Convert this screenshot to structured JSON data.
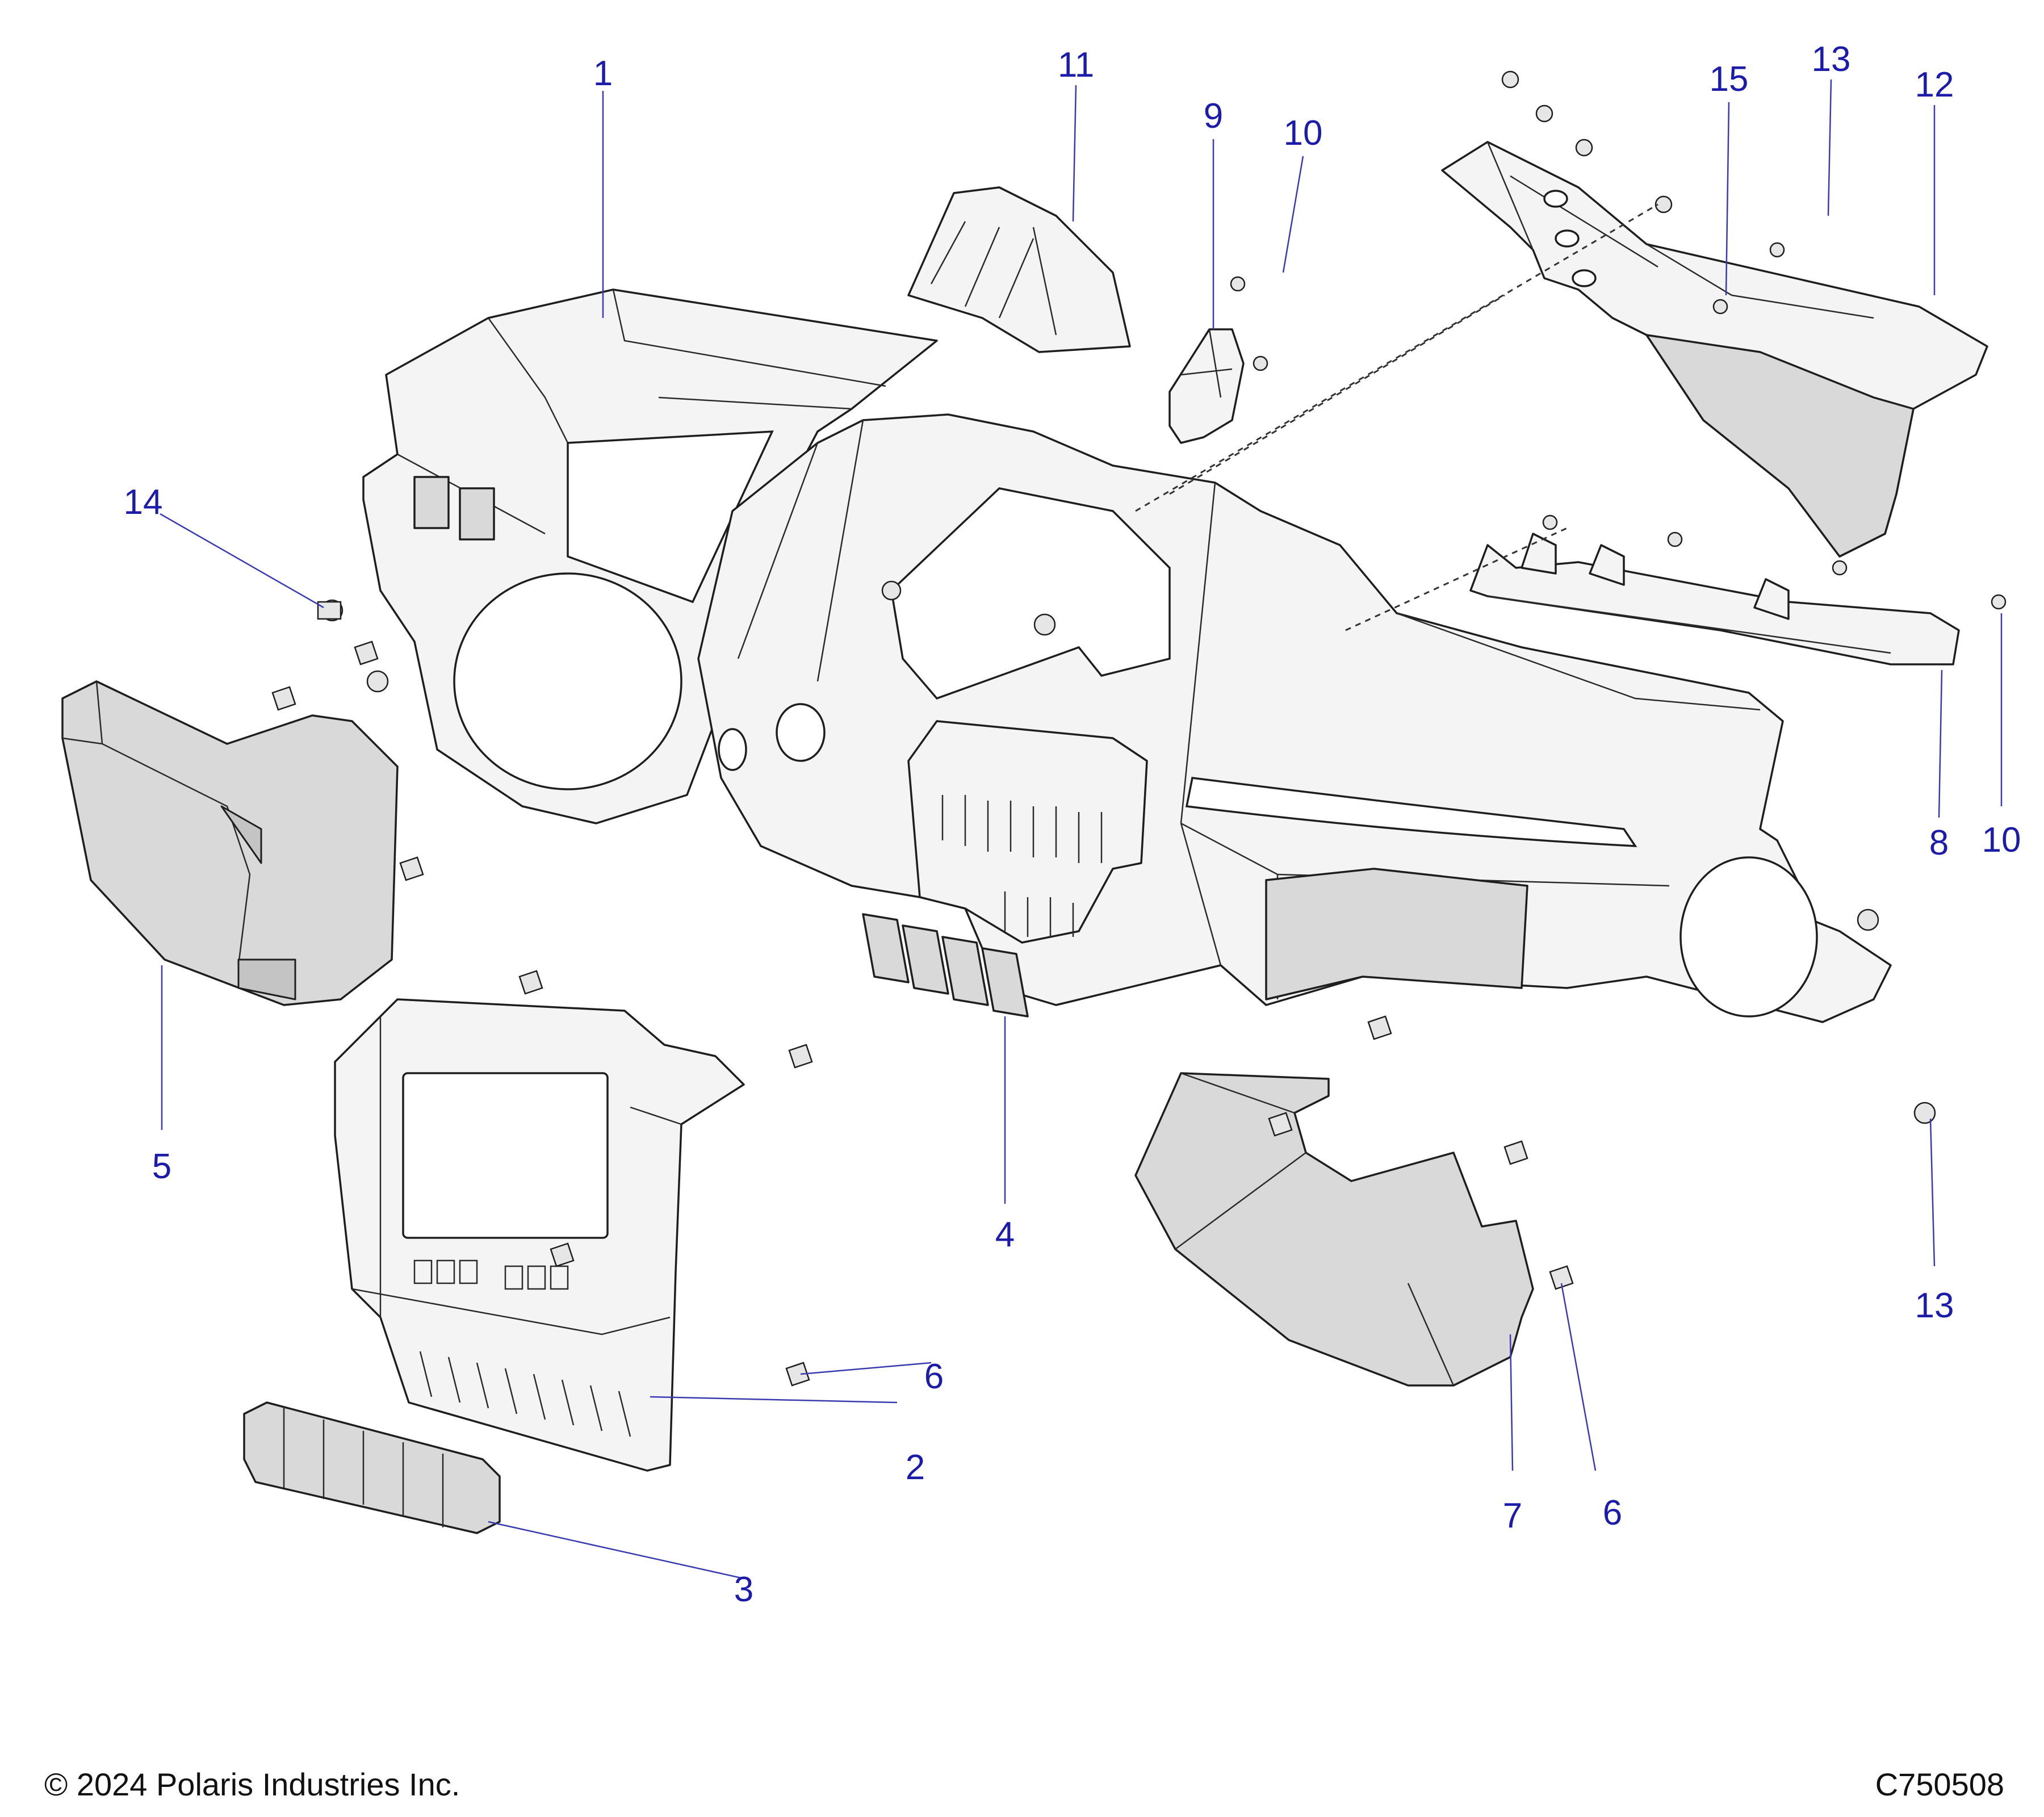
{
  "diagram": {
    "callouts": [
      {
        "id": "c1",
        "label": "1"
      },
      {
        "id": "c2",
        "label": "2"
      },
      {
        "id": "c3",
        "label": "3"
      },
      {
        "id": "c4",
        "label": "4"
      },
      {
        "id": "c5",
        "label": "5"
      },
      {
        "id": "c6a",
        "label": "6"
      },
      {
        "id": "c6b",
        "label": "6"
      },
      {
        "id": "c7",
        "label": "7"
      },
      {
        "id": "c8",
        "label": "8"
      },
      {
        "id": "c9",
        "label": "9"
      },
      {
        "id": "c10a",
        "label": "10"
      },
      {
        "id": "c10b",
        "label": "10"
      },
      {
        "id": "c11",
        "label": "11"
      },
      {
        "id": "c12",
        "label": "12"
      },
      {
        "id": "c13a",
        "label": "13"
      },
      {
        "id": "c13b",
        "label": "13"
      },
      {
        "id": "c14",
        "label": "14"
      },
      {
        "id": "c15",
        "label": "15"
      }
    ],
    "colors": {
      "callout": "#1c1ca8",
      "line": "#1e1e1e",
      "fill": "#f4f4f4",
      "shade": "#d9d9d9"
    }
  },
  "footer": {
    "copyright": "© 2024 Polaris Industries Inc.",
    "figure_id": "C750508"
  }
}
